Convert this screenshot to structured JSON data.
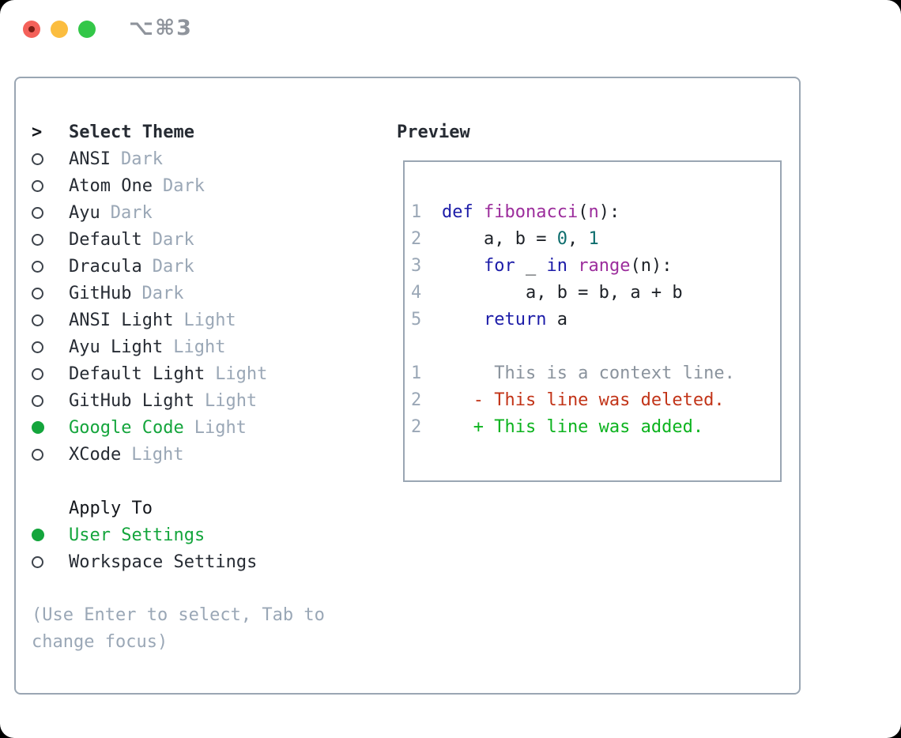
{
  "window": {
    "shortcut_label": "⌥⌘3",
    "traffic_lights": [
      "close",
      "minimize",
      "zoom"
    ]
  },
  "colors": {
    "selected_green": "#14a53c",
    "muted_gray": "#9aa7b6",
    "panel_border": "#9aa6b3",
    "keyword_blue": "#1c1ca8",
    "function_purple": "#9c2d9c",
    "literal_teal": "#0d6d6d",
    "context_gray": "#8a939d",
    "deleted_red": "#c23418",
    "added_green": "#0cb31e",
    "traffic_red": "#f4615a",
    "traffic_yellow": "#fbbd3f",
    "traffic_green": "#33c748"
  },
  "theme_picker": {
    "cursor": ">",
    "title": "Select Theme",
    "themes": [
      {
        "name": "ANSI",
        "variant": "Dark",
        "selected": false
      },
      {
        "name": "Atom One",
        "variant": "Dark",
        "selected": false
      },
      {
        "name": "Ayu",
        "variant": "Dark",
        "selected": false
      },
      {
        "name": "Default",
        "variant": "Dark",
        "selected": false
      },
      {
        "name": "Dracula",
        "variant": "Dark",
        "selected": false
      },
      {
        "name": "GitHub",
        "variant": "Dark",
        "selected": false
      },
      {
        "name": "ANSI Light",
        "variant": "Light",
        "selected": false
      },
      {
        "name": "Ayu Light",
        "variant": "Light",
        "selected": false
      },
      {
        "name": "Default Light",
        "variant": "Light",
        "selected": false
      },
      {
        "name": "GitHub Light",
        "variant": "Light",
        "selected": false
      },
      {
        "name": "Google Code",
        "variant": "Light",
        "selected": true
      },
      {
        "name": "XCode",
        "variant": "Light",
        "selected": false
      }
    ],
    "apply_to": {
      "title": "Apply To",
      "options": [
        {
          "label": "User Settings",
          "selected": true
        },
        {
          "label": "Workspace Settings",
          "selected": false
        }
      ]
    },
    "help_text": "(Use Enter to select, Tab to change focus)"
  },
  "preview": {
    "title": "Preview",
    "code_lines": [
      {
        "num": "1",
        "segments": [
          {
            "c": "kw",
            "t": "def"
          },
          {
            "c": "pl",
            "t": " "
          },
          {
            "c": "fn",
            "t": "fibonacci"
          },
          {
            "c": "pl",
            "t": "("
          },
          {
            "c": "fn",
            "t": "n"
          },
          {
            "c": "pl",
            "t": "):"
          }
        ]
      },
      {
        "num": "2",
        "segments": [
          {
            "c": "pl",
            "t": "    a, b = "
          },
          {
            "c": "num",
            "t": "0"
          },
          {
            "c": "pl",
            "t": ", "
          },
          {
            "c": "num",
            "t": "1"
          }
        ]
      },
      {
        "num": "3",
        "segments": [
          {
            "c": "pl",
            "t": "    "
          },
          {
            "c": "kw",
            "t": "for"
          },
          {
            "c": "pl",
            "t": " _ "
          },
          {
            "c": "kw",
            "t": "in"
          },
          {
            "c": "pl",
            "t": " "
          },
          {
            "c": "fn",
            "t": "range"
          },
          {
            "c": "pl",
            "t": "(n):"
          }
        ]
      },
      {
        "num": "4",
        "segments": [
          {
            "c": "pl",
            "t": "        a, b = b, a + b"
          }
        ]
      },
      {
        "num": "5",
        "segments": [
          {
            "c": "pl",
            "t": "    "
          },
          {
            "c": "kw",
            "t": "return"
          },
          {
            "c": "pl",
            "t": " a"
          }
        ]
      },
      {
        "num": "",
        "segments": []
      },
      {
        "num": "1",
        "segments": [
          {
            "c": "ctx",
            "t": "     This is a context line."
          }
        ]
      },
      {
        "num": "2",
        "segments": [
          {
            "c": "del",
            "t": "   - This line was deleted."
          }
        ]
      },
      {
        "num": "2",
        "segments": [
          {
            "c": "add",
            "t": "   + This line was added."
          }
        ]
      }
    ]
  }
}
